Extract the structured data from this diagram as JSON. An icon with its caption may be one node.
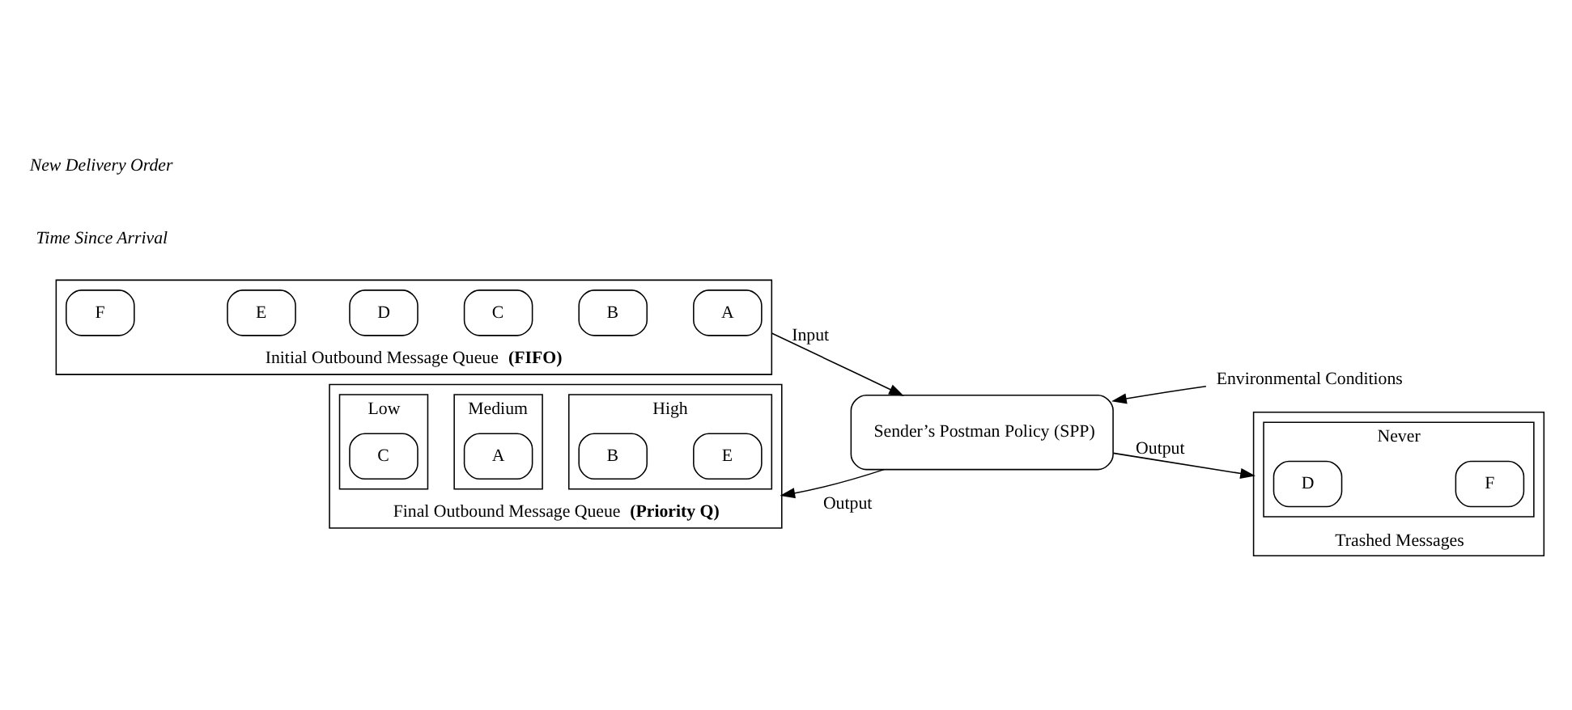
{
  "diagram": {
    "nodes": [
      {
        "text": [
          "Initial Outbound Message Queue **(FIFO)**"
        ]
      },
      {
        "text": [
          "F"
        ],
        "in": 0
      },
      {
        "text": [
          "E"
        ],
        "in": 0
      },
      {
        "text": [
          "D"
        ],
        "in": 0
      },
      {
        "text": [
          "C"
        ],
        "in": 0
      },
      {
        "text": [
          "B"
        ],
        "in": 0
      },
      {
        "text": [
          "A"
        ],
        "in": 0
      },
      {
        "text": [
          "Sender’s Postman Policy (SPP)"
        ]
      },
      {
        "text": [
          "Environmental Conditions"
        ]
      },
      {
        "text": [
          "Final Outbound Message Queue **(Priority Q)**"
        ]
      },
      {
        "text": [
          "Low"
        ],
        "in": 9
      },
      {
        "text": [
          "C"
        ],
        "in": 10
      },
      {
        "text": [
          "Medium"
        ],
        "in": 9
      },
      {
        "text": [
          "A"
        ],
        "in": 12
      },
      {
        "text": [
          "High"
        ],
        "in": 9
      },
      {
        "text": [
          "B"
        ],
        "in": 14
      },
      {
        "text": [
          "E"
        ],
        "in": 14
      },
      {
        "text": [
          "Trashed Messages"
        ]
      },
      {
        "text": [
          "Never"
        ],
        "in": 17
      },
      {
        "text": [
          "D"
        ],
        "in": 18
      },
      {
        "text": [
          "F"
        ],
        "in": 18
      }
    ],
    "edges": [
      {
        "from": 0,
        "to": 7,
        "arrow": "to",
        "label": "Input"
      },
      {
        "from": 8,
        "to": 7,
        "arrow": "to"
      },
      {
        "from": 7,
        "to": 9,
        "arrow": "to",
        "label": "Output"
      },
      {
        "from": 7,
        "to": 17,
        "arrow": "to",
        "label": "Output"
      }
    ],
    "labels": [
      "Time Since Arrival",
      "New Delivery Order"
    ]
  }
}
